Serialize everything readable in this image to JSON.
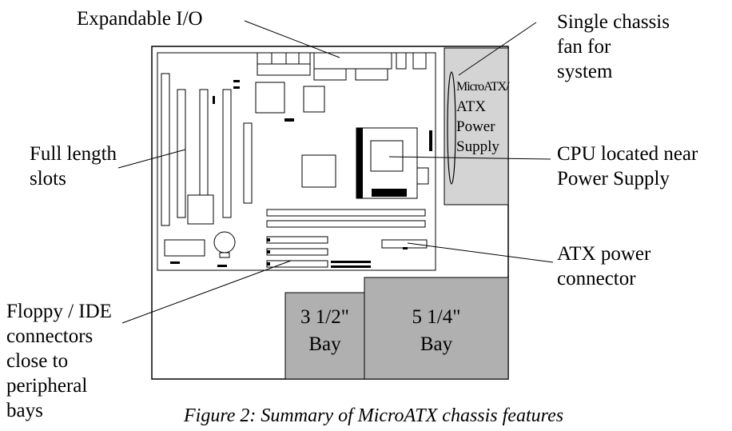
{
  "labels": {
    "expandable_io": "Expandable I/O",
    "chassis_fan": [
      "Single chassis",
      "fan for",
      "system"
    ],
    "full_length_slots": [
      "Full length",
      "slots"
    ],
    "cpu_location": [
      "CPU located near",
      "Power Supply"
    ],
    "atx_power_connector": [
      "ATX power",
      "connector"
    ],
    "floppy_ide": [
      "Floppy / IDE",
      "connectors",
      "close to",
      "peripheral",
      "bays"
    ]
  },
  "power_supply": [
    "MicroATX/",
    "ATX",
    "Power",
    "Supply"
  ],
  "bays": {
    "small": [
      "3 1/2\"",
      "Bay"
    ],
    "large": [
      "5 1/4\"",
      "Bay"
    ]
  },
  "caption": "Figure 2:  Summary of MicroATX chassis features",
  "colors": {
    "bay_fill": "#b0b0b0",
    "psu_fill": "#d4d4d4",
    "line": "#000000"
  }
}
